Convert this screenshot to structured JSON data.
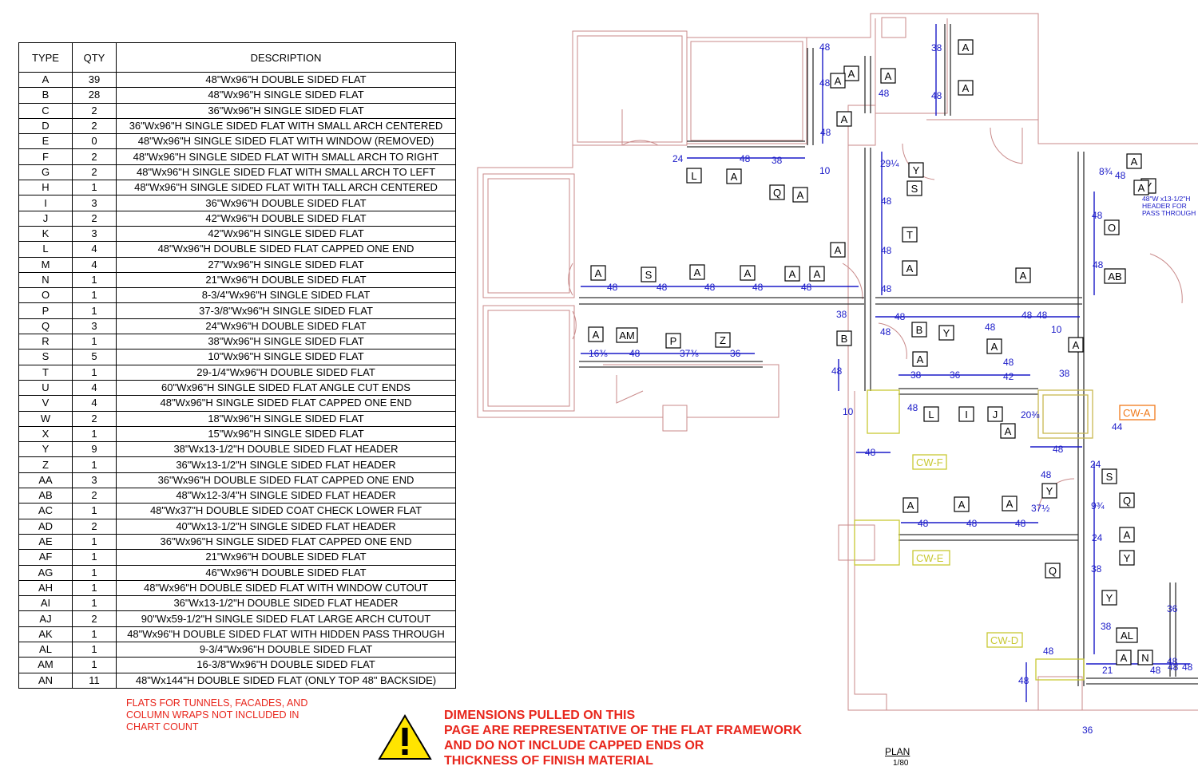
{
  "schedule": {
    "headers": [
      "TYPE",
      "QTY",
      "DESCRIPTION"
    ],
    "rows": [
      [
        "A",
        "39",
        "48\"Wx96\"H DOUBLE SIDED FLAT"
      ],
      [
        "B",
        "28",
        "48\"Wx96\"H SINGLE SIDED FLAT"
      ],
      [
        "C",
        "2",
        "36\"Wx96\"H SINGLE SIDED FLAT"
      ],
      [
        "D",
        "2",
        "36\"Wx96\"H SINGLE SIDED FLAT WITH SMALL ARCH CENTERED"
      ],
      [
        "E",
        "0",
        "48\"Wx96\"H SINGLE SIDED FLAT WITH WINDOW (REMOVED)"
      ],
      [
        "F",
        "2",
        "48\"Wx96\"H SINGLE SIDED FLAT WITH SMALL ARCH TO RIGHT"
      ],
      [
        "G",
        "2",
        "48\"Wx96\"H SINGLE SIDED FLAT WITH SMALL ARCH TO LEFT"
      ],
      [
        "H",
        "1",
        "48\"Wx96\"H SINGLE SIDED FLAT WITH TALL ARCH CENTERED"
      ],
      [
        "I",
        "3",
        "36\"Wx96\"H DOUBLE SIDED FLAT"
      ],
      [
        "J",
        "2",
        "42\"Wx96\"H DOUBLE SIDED FLAT"
      ],
      [
        "K",
        "3",
        "42\"Wx96\"H SINGLE SIDED FLAT"
      ],
      [
        "L",
        "4",
        "48\"Wx96\"H DOUBLE SIDED FLAT CAPPED ONE END"
      ],
      [
        "M",
        "4",
        "27\"Wx96\"H SINGLE SIDED FLAT"
      ],
      [
        "N",
        "1",
        "21\"Wx96\"H DOUBLE SIDED FLAT"
      ],
      [
        "O",
        "1",
        "8-3/4\"Wx96\"H SINGLE SIDED FLAT"
      ],
      [
        "P",
        "1",
        "37-3/8\"Wx96\"H SINGLE SIDED FLAT"
      ],
      [
        "Q",
        "3",
        "24\"Wx96\"H DOUBLE SIDED FLAT"
      ],
      [
        "R",
        "1",
        "38\"Wx96\"H SINGLE SIDED FLAT"
      ],
      [
        "S",
        "5",
        "10\"Wx96\"H SINGLE SIDED FLAT"
      ],
      [
        "T",
        "1",
        "29-1/4\"Wx96\"H DOUBLE SIDED FLAT"
      ],
      [
        "U",
        "4",
        "60\"Wx96\"H SINGLE SIDED FLAT ANGLE CUT ENDS"
      ],
      [
        "V",
        "4",
        "48\"Wx96\"H SINGLE SIDED FLAT CAPPED ONE END"
      ],
      [
        "W",
        "2",
        "18\"Wx96\"H SINGLE SIDED FLAT"
      ],
      [
        "X",
        "1",
        "15\"Wx96\"H SINGLE SIDED FLAT"
      ],
      [
        "Y",
        "9",
        "38\"Wx13-1/2\"H DOUBLE SIDED FLAT HEADER"
      ],
      [
        "Z",
        "1",
        "36\"Wx13-1/2\"H SINGLE SIDED FLAT HEADER"
      ],
      [
        "AA",
        "3",
        "36\"Wx96\"H DOUBLE SIDED FLAT CAPPED ONE END"
      ],
      [
        "AB",
        "2",
        "48\"Wx12-3/4\"H SINGLE SIDED FLAT HEADER"
      ],
      [
        "AC",
        "1",
        "48\"Wx37\"H DOUBLE SIDED COAT CHECK LOWER FLAT"
      ],
      [
        "AD",
        "2",
        "40\"Wx13-1/2\"H SINGLE SIDED FLAT HEADER"
      ],
      [
        "AE",
        "1",
        "36\"Wx96\"H SINGLE SIDED FLAT CAPPED ONE END"
      ],
      [
        "AF",
        "1",
        "21\"Wx96\"H DOUBLE SIDED FLAT"
      ],
      [
        "AG",
        "1",
        "46\"Wx96\"H DOUBLE SIDED FLAT"
      ],
      [
        "AH",
        "1",
        "48\"Wx96\"H DOUBLE SIDED FLAT WITH WINDOW CUTOUT"
      ],
      [
        "AI",
        "1",
        "36\"Wx13-1/2\"H DOUBLE SIDED FLAT HEADER"
      ],
      [
        "AJ",
        "2",
        "90\"Wx59-1/2\"H SINGLE SIDED FLAT LARGE ARCH CUTOUT"
      ],
      [
        "AK",
        "1",
        "48\"Wx96\"H DOUBLE SIDED FLAT WITH HIDDEN PASS THROUGH"
      ],
      [
        "AL",
        "1",
        "9-3/4\"Wx96\"H DOUBLE SIDED FLAT"
      ],
      [
        "AM",
        "1",
        "16-3/8\"Wx96\"H DOUBLE SIDED FLAT"
      ],
      [
        "AN",
        "11",
        "48\"Wx144\"H DOUBLE SIDED FLAT (ONLY TOP 48\"  BACKSIDE)"
      ]
    ]
  },
  "note": {
    "lines": [
      "FLATS FOR TUNNELS, FACADES, AND",
      "COLUMN WRAPS NOT INCLUDED IN",
      "CHART COUNT"
    ]
  },
  "warning": {
    "icon": "warning-triangle-icon",
    "lines": [
      "DIMENSIONS PULLED ON THIS",
      "PAGE ARE REPRESENTATIVE OF THE FLAT FRAMEWORK",
      "AND DO NOT INCLUDE CAPPED ENDS OR",
      "THICKNESS OF FINISH MATERIAL"
    ]
  },
  "plan": {
    "label": "PLAN",
    "scale": "1/80",
    "header_note": [
      "48\"W x13-1/2\"H",
      "HEADER FOR",
      "PASS THROUGH"
    ],
    "tags": [
      "A",
      "A",
      "A",
      "A",
      "A",
      "L",
      "A",
      "Q",
      "A",
      "Y",
      "S",
      "T",
      "A",
      "A",
      "A",
      "S",
      "A",
      "A",
      "A",
      "A",
      "A",
      "Y",
      "O",
      "AB",
      "A",
      "A",
      "AM",
      "P",
      "Z",
      "B",
      "B",
      "Y",
      "A",
      "A",
      "A",
      "L",
      "I",
      "J",
      "A",
      "Y",
      "S",
      "Q",
      "A",
      "Y",
      "A",
      "A",
      "A",
      "Q",
      "Y",
      "AL",
      "A",
      "N",
      "A",
      "A"
    ],
    "dims": [
      "48",
      "48",
      "48",
      "48",
      "48",
      "24",
      "48",
      "38",
      "10",
      "29¼",
      "8¾",
      "48",
      "48",
      "48",
      "48",
      "48",
      "48",
      "48",
      "48",
      "38",
      "48",
      "48",
      "48",
      "48",
      "48",
      "38",
      "10",
      "48",
      "48",
      "16⅜",
      "48",
      "37⅜",
      "36",
      "48",
      "48",
      "38",
      "36",
      "42",
      "48",
      "38",
      "10",
      "48",
      "20⅜",
      "44",
      "48",
      "48",
      "48",
      "37½",
      "9¾",
      "24",
      "38",
      "48",
      "48",
      "48",
      "24",
      "38",
      "48",
      "21",
      "48",
      "48",
      "36",
      "36",
      "48",
      "48",
      "48"
    ],
    "callouts": [
      {
        "label": "CW-A",
        "color": "#f07a1a"
      },
      {
        "label": "CW-F",
        "color": "#c8c832"
      },
      {
        "label": "CW-E",
        "color": "#c8c832"
      },
      {
        "label": "CW-D",
        "color": "#c8c832"
      }
    ]
  }
}
